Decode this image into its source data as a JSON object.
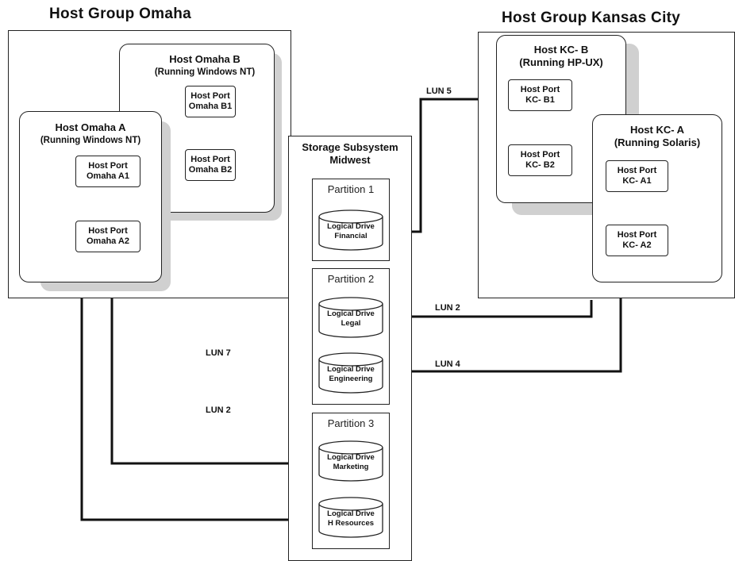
{
  "groups": {
    "omaha": {
      "title": "Host Group Omaha",
      "host_b": {
        "name": "Host Omaha B",
        "os": "(Running Windows NT)",
        "port1": "Host Port",
        "port1_id": "Omaha B1",
        "port2": "Host Port",
        "port2_id": "Omaha B2"
      },
      "host_a": {
        "name": "Host Omaha A",
        "os": "(Running Windows NT)",
        "port1": "Host Port",
        "port1_id": "Omaha A1",
        "port2": "Host Port",
        "port2_id": "Omaha A2"
      }
    },
    "kansas": {
      "title": "Host Group Kansas City",
      "host_b": {
        "name": "Host KC- B",
        "os": "(Running HP-UX)",
        "port1": "Host Port",
        "port1_id": "KC- B1",
        "port2": "Host Port",
        "port2_id": "KC- B2"
      },
      "host_a": {
        "name": "Host KC- A",
        "os": "(Running Solaris)",
        "port1": "Host Port",
        "port1_id": "KC- A1",
        "port2": "Host Port",
        "port2_id": "KC- A2"
      }
    }
  },
  "storage": {
    "title_line1": "Storage Subsystem",
    "title_line2": "Midwest",
    "partitions": [
      {
        "title": "Partition 1",
        "drives": [
          {
            "line1": "Logical Drive",
            "line2": "Financial"
          }
        ]
      },
      {
        "title": "Partition 2",
        "drives": [
          {
            "line1": "Logical Drive",
            "line2": "Legal"
          },
          {
            "line1": "Logical Drive",
            "line2": "Engineering"
          }
        ]
      },
      {
        "title": "Partition 3",
        "drives": [
          {
            "line1": "Logical Drive",
            "line2": "Marketing"
          },
          {
            "line1": "Logical Drive",
            "line2": "H Resources"
          }
        ]
      }
    ]
  },
  "luns": {
    "financial": "LUN 5",
    "legal": "LUN 2",
    "engineering": "LUN 4",
    "marketing": "LUN 7",
    "hresources": "LUN 2"
  },
  "colors": {
    "line": "#111111",
    "shadow": "#d0d0d0",
    "border": "#222222"
  }
}
